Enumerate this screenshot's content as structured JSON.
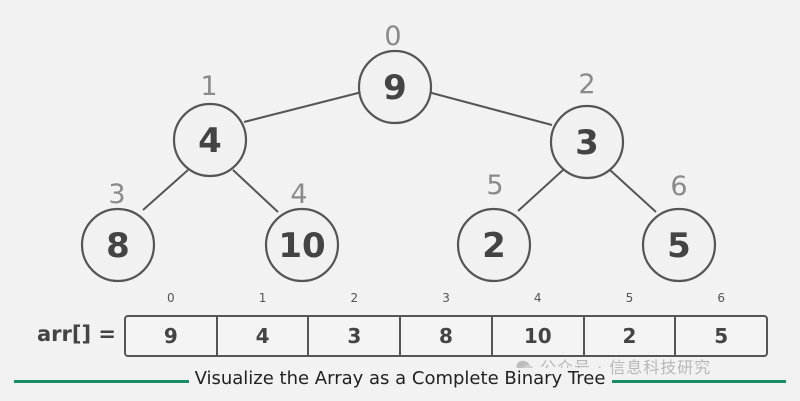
{
  "tree": {
    "nodes": [
      {
        "index": "0",
        "value": "9"
      },
      {
        "index": "1",
        "value": "4"
      },
      {
        "index": "2",
        "value": "3"
      },
      {
        "index": "3",
        "value": "8"
      },
      {
        "index": "4",
        "value": "10"
      },
      {
        "index": "5",
        "value": "2"
      },
      {
        "index": "6",
        "value": "5"
      }
    ]
  },
  "array": {
    "label": "arr[] =",
    "cells": [
      {
        "index": "0",
        "value": "9"
      },
      {
        "index": "1",
        "value": "4"
      },
      {
        "index": "2",
        "value": "3"
      },
      {
        "index": "3",
        "value": "8"
      },
      {
        "index": "4",
        "value": "10"
      },
      {
        "index": "5",
        "value": "2"
      },
      {
        "index": "6",
        "value": "5"
      }
    ]
  },
  "caption": "Visualize the Array as a Complete Binary Tree",
  "watermark": "公众号 · 信息科技研究",
  "colors": {
    "accent_line": "#1a8c6a",
    "node_stroke": "#555555",
    "text": "#444444",
    "index_text": "#8a8a8a"
  }
}
